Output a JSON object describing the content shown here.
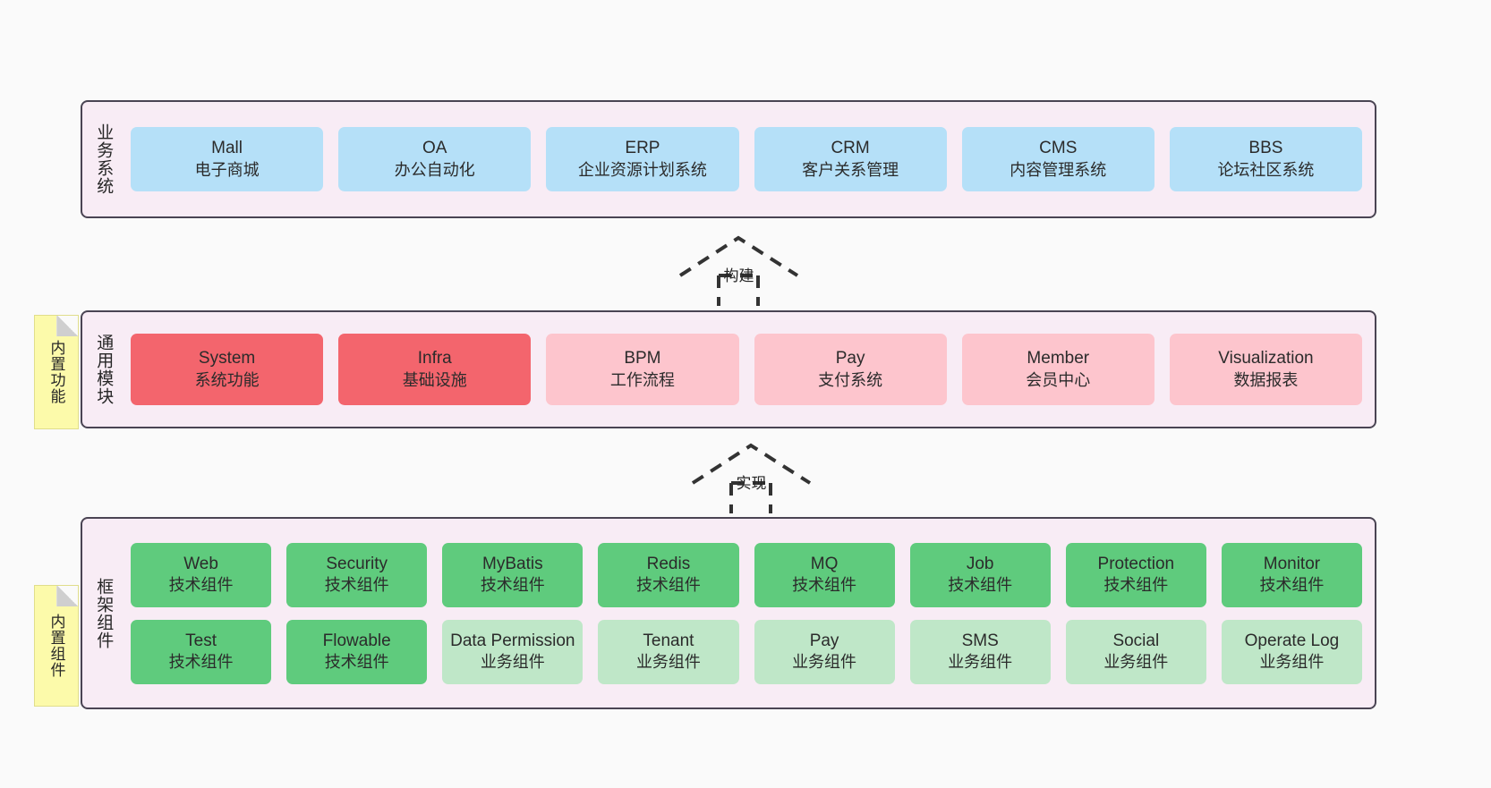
{
  "diagram": {
    "title_hidden": "",
    "colors": {
      "panel_bg": "#f8ecf5",
      "panel_border": "#4a4453",
      "business_cell": "#b5e0f8",
      "core_module_cell": "#f3656d",
      "module_cell": "#fdc5cd",
      "tech_component_cell": "#5fcb7d",
      "biz_component_cell": "#bfe7c8",
      "note_bg": "#fcfaaa",
      "canvas_bg": "#fafafa"
    }
  },
  "layers": {
    "business": {
      "title": "业务系统",
      "items": [
        {
          "en": "Mall",
          "cn": "电子商城"
        },
        {
          "en": "OA",
          "cn": "办公自动化"
        },
        {
          "en": "ERP",
          "cn": "企业资源计划系统"
        },
        {
          "en": "CRM",
          "cn": "客户关系管理"
        },
        {
          "en": "CMS",
          "cn": "内容管理系统"
        },
        {
          "en": "BBS",
          "cn": "论坛社区系统"
        }
      ]
    },
    "common": {
      "title": "通用模块",
      "note": "内置功能",
      "items": [
        {
          "en": "System",
          "cn": "系统功能",
          "style": "c-red"
        },
        {
          "en": "Infra",
          "cn": "基础设施",
          "style": "c-red"
        },
        {
          "en": "BPM",
          "cn": "工作流程",
          "style": "c-pink"
        },
        {
          "en": "Pay",
          "cn": "支付系统",
          "style": "c-pink"
        },
        {
          "en": "Member",
          "cn": "会员中心",
          "style": "c-pink"
        },
        {
          "en": "Visualization",
          "cn": "数据报表",
          "style": "c-pink"
        }
      ]
    },
    "framework": {
      "title": "框架组件",
      "note": "内置组件",
      "row1": [
        {
          "en": "Web",
          "cn": "技术组件"
        },
        {
          "en": "Security",
          "cn": "技术组件"
        },
        {
          "en": "MyBatis",
          "cn": "技术组件"
        },
        {
          "en": "Redis",
          "cn": "技术组件"
        },
        {
          "en": "MQ",
          "cn": "技术组件"
        },
        {
          "en": "Job",
          "cn": "技术组件"
        },
        {
          "en": "Protection",
          "cn": "技术组件"
        },
        {
          "en": "Monitor",
          "cn": "技术组件"
        }
      ],
      "row2": [
        {
          "en": "Test",
          "cn": "技术组件",
          "style": "c-green"
        },
        {
          "en": "Flowable",
          "cn": "技术组件",
          "style": "c-green"
        },
        {
          "en": "Data Permission",
          "cn": "业务组件",
          "style": "c-greenlight"
        },
        {
          "en": "Tenant",
          "cn": "业务组件",
          "style": "c-greenlight"
        },
        {
          "en": "Pay",
          "cn": "业务组件",
          "style": "c-greenlight"
        },
        {
          "en": "SMS",
          "cn": "业务组件",
          "style": "c-greenlight"
        },
        {
          "en": "Social",
          "cn": "业务组件",
          "style": "c-greenlight"
        },
        {
          "en": "Operate Log",
          "cn": "业务组件",
          "style": "c-greenlight"
        }
      ]
    }
  },
  "connectors": {
    "build": {
      "label": "构建"
    },
    "implement": {
      "label": "实现"
    }
  }
}
